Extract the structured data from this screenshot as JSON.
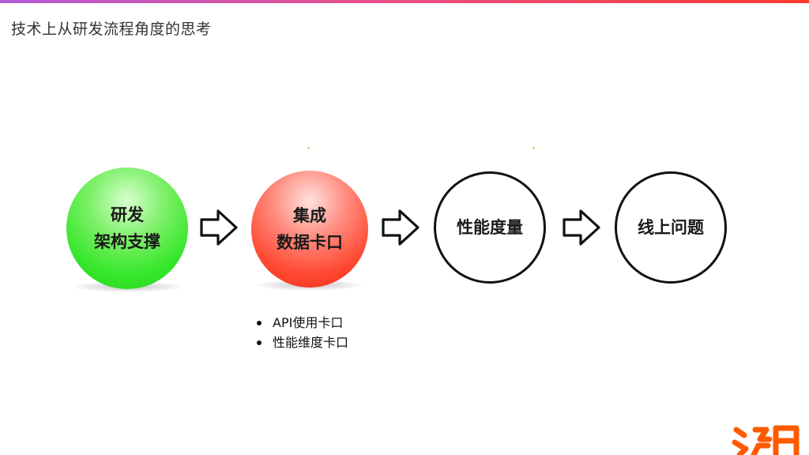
{
  "slide": {
    "title": "技术上从研发流程角度的思考"
  },
  "flow": {
    "steps": [
      {
        "line1": "研发",
        "line2": "架构支撑",
        "color": "#33e628"
      },
      {
        "line1": "集成",
        "line2": "数据卡口",
        "color": "#ff4a33"
      },
      {
        "line1": "性能度量"
      },
      {
        "line1": "线上问题"
      }
    ],
    "arrow_icon": "hollow-right-arrow-icon"
  },
  "integration_details": {
    "bullets": [
      "API使用卡口",
      "性能维度卡口"
    ]
  },
  "colors": {
    "accent_gradient": [
      "#b35bd6",
      "#e8508e",
      "#ff3b2f"
    ],
    "logo": "#ff5a00"
  }
}
